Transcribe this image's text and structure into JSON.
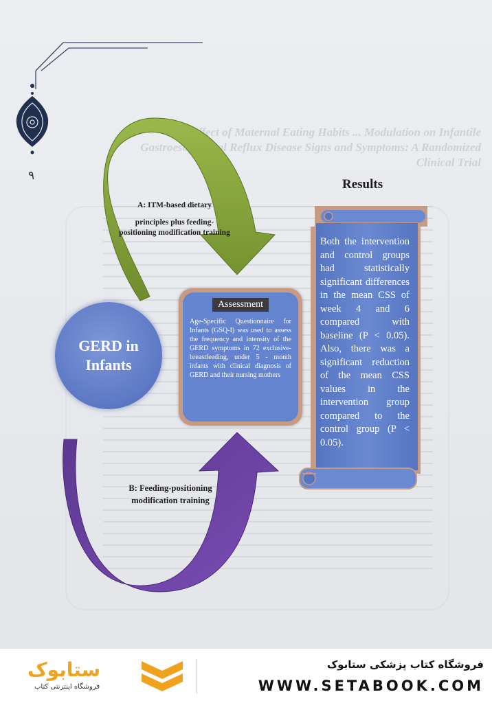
{
  "page": {
    "page_number": "٩",
    "results_title": "Results",
    "label_a_line1": "A: ITM-based dietary",
    "label_a_line2": "principles plus feeding-positioning modification training",
    "label_b": "B: Feeding-positioning modification training",
    "gerd_line1": "GERD in",
    "gerd_line2": "Infants",
    "assessment_title": "Assessment",
    "assessment_text": "Age-Specific Questionnaire for Infants (GSQ-I) was used to assess the frequency and intensity of the GERD symptoms in 72 exclusive-breastfeeding, under 5 - month infants with clinical diagnosis of GERD and their nursing mothers",
    "results_text": "Both the intervention and control groups had statistically significant differences in the mean CSS of week 4 and 6 compared with baseline (P < 0.05). Also, there was a significant reduction of the mean CSS values in the intervention group compared to the control group (P < 0.05).",
    "ghost_title": "The Effect of Maternal Eating Habits ... Modulation on Infantile Gastroesophageal Reflux Disease Signs and Symptoms: A Randomized Clinical Trial"
  },
  "footer": {
    "store_name_fa": "فروشگاه کتاب پزشکی ستابوک",
    "url": "WWW.SETABOOK.COM",
    "logo_text": "ستابوک",
    "logo_sub_fa": "فروشگاه اینترنتی کتاب"
  },
  "colors": {
    "green_arrow": "#86a43c",
    "purple_arrow": "#6a3fa0",
    "circle_blue": "#5f7ac6",
    "scroll_blue": "#6584cf",
    "frame_tan": "#c79a84",
    "brand_orange": "#f0a21f"
  }
}
